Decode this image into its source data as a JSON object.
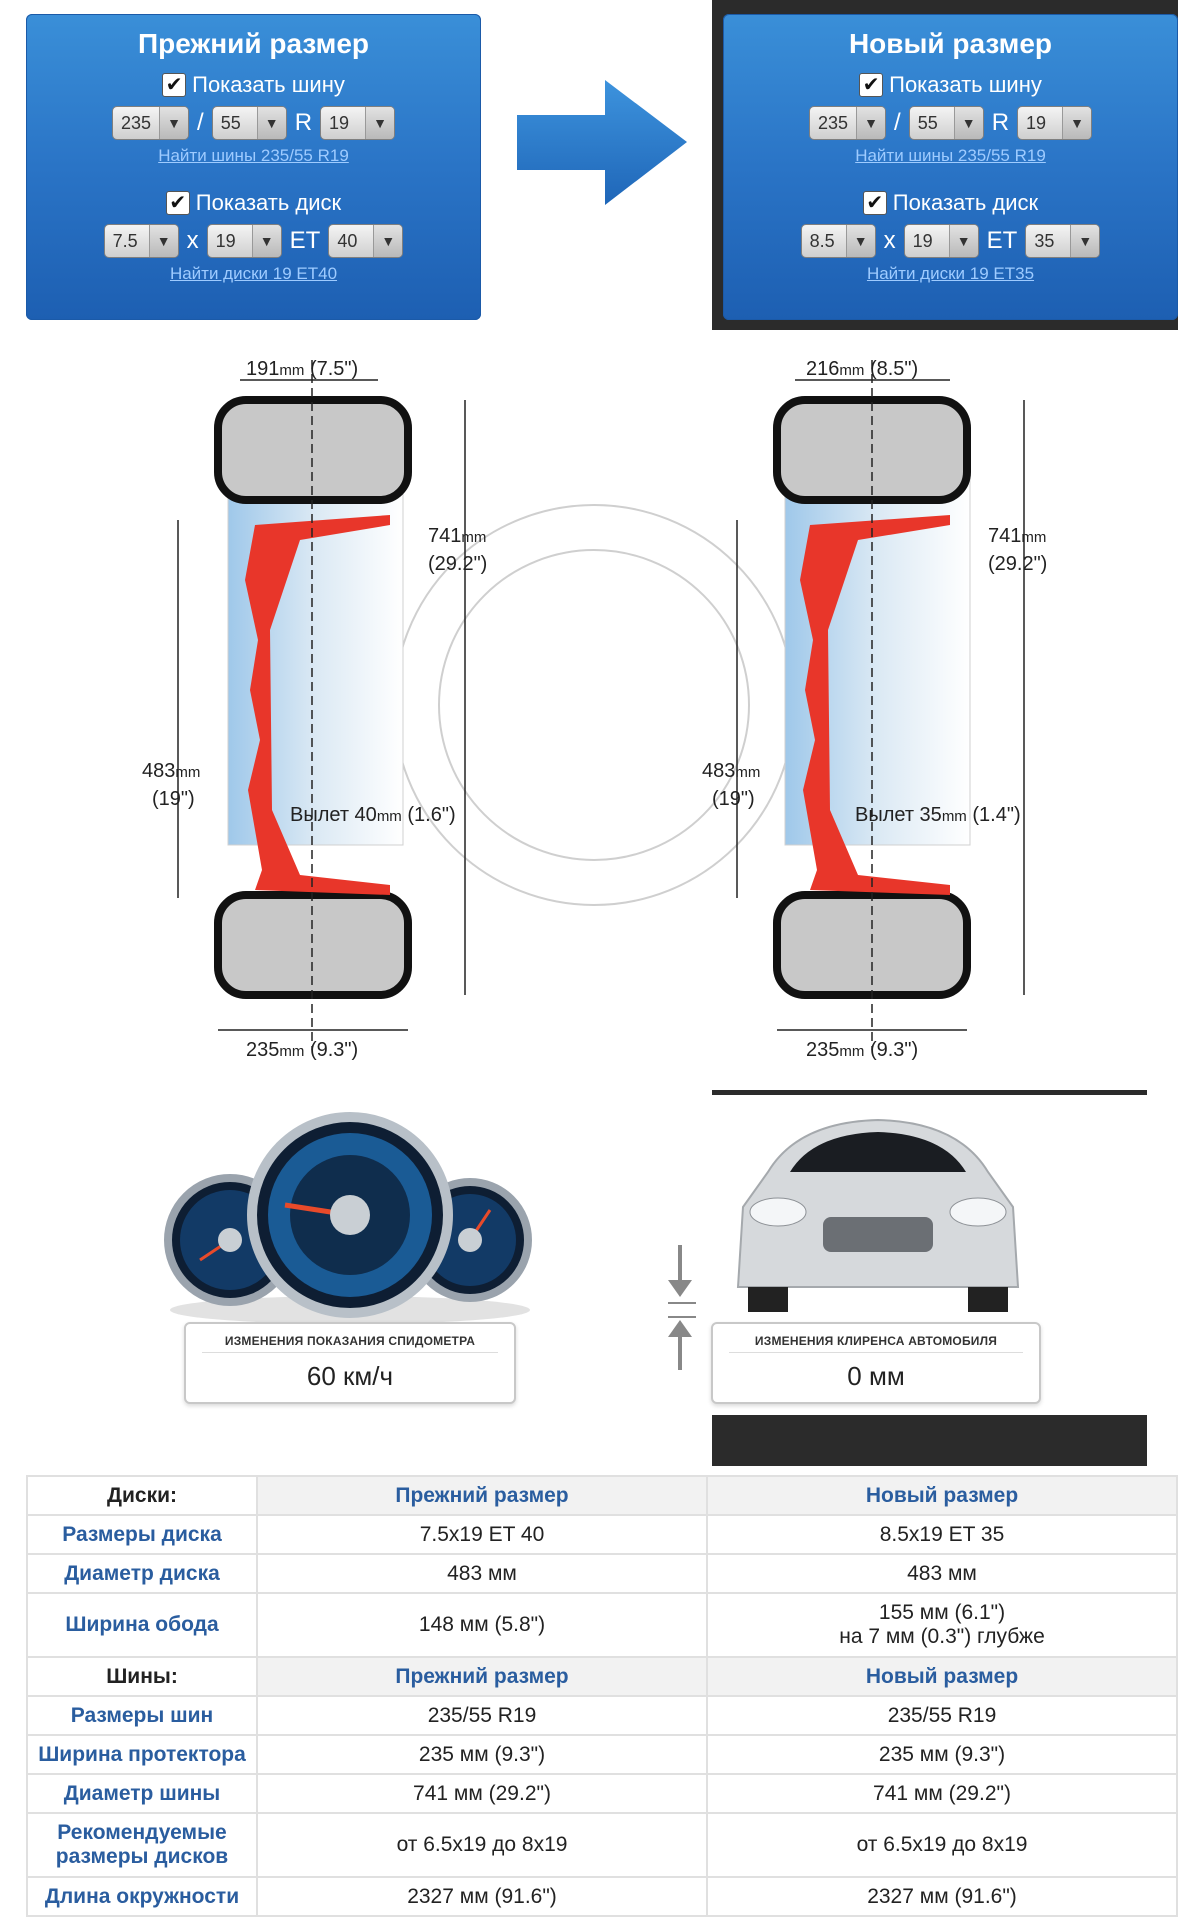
{
  "old_panel": {
    "title": "Прежний размер",
    "show_tire_label": "Показать шину",
    "tire_width": "235",
    "slash": "/",
    "tire_profile": "55",
    "r_label": "R",
    "tire_rim": "19",
    "find_tires_link": "Найти шины 235/55 R19",
    "show_disk_label": "Показать диск",
    "disk_width": "7.5",
    "x_label": "x",
    "disk_diam": "19",
    "et_label": "ET",
    "disk_et": "40",
    "find_disks_link": "Найти диски 19 ET40"
  },
  "new_panel": {
    "title": "Новый размер",
    "show_tire_label": "Показать шину",
    "tire_width": "235",
    "slash": "/",
    "tire_profile": "55",
    "r_label": "R",
    "tire_rim": "19",
    "find_tires_link": "Найти шины 235/55 R19",
    "show_disk_label": "Показать диск",
    "disk_width": "8.5",
    "x_label": "x",
    "disk_diam": "19",
    "et_label": "ET",
    "disk_et": "35",
    "find_disks_link": "Найти диски 19 ET35"
  },
  "diagram": {
    "old": {
      "rim_width": "191",
      "rim_width_in": "(7.5\")",
      "height": "741",
      "height_in": "(29.2\")",
      "rim_diam": "483",
      "rim_diam_in": "(19\")",
      "offset": "Вылет 40",
      "offset_in": "(1.6\")",
      "tread": "235",
      "tread_in": "(9.3\")"
    },
    "new": {
      "rim_width": "216",
      "rim_width_in": "(8.5\")",
      "height": "741",
      "height_in": "(29.2\")",
      "rim_diam": "483",
      "rim_diam_in": "(19\")",
      "offset": "Вылет 35",
      "offset_in": "(1.4\")",
      "tread": "235",
      "tread_in": "(9.3\")"
    },
    "unit": "mm"
  },
  "speedo": {
    "caption": "ИЗМЕНЕНИЯ ПОКАЗАНИЯ СПИДОМЕТРА",
    "value": "60 км/ч"
  },
  "clearance": {
    "caption": "ИЗМЕНЕНИЯ КЛИРЕНСА АВТОМОБИЛЯ",
    "value": "0 мм"
  },
  "table": {
    "disks_head": [
      "Диски:",
      "Прежний размер",
      "Новый размер"
    ],
    "disk_rows": [
      [
        "Размеры диска",
        "7.5x19 ET 40",
        "8.5x19 ET 35"
      ],
      [
        "Диаметр диска",
        "483 мм",
        "483 мм"
      ]
    ],
    "rim_width_row": {
      "label": "Ширина обода",
      "old": "148 мм (5.8\")",
      "new_1": "155 мм (6.1\")",
      "new_2": "на 7 мм (0.3\") глубже"
    },
    "tires_head": [
      "Шины:",
      "Прежний размер",
      "Новый размер"
    ],
    "tire_rows": [
      [
        "Размеры шин",
        "235/55 R19",
        "235/55 R19"
      ],
      [
        "Ширина протектора",
        "235 мм (9.3\")",
        "235 мм (9.3\")"
      ],
      [
        "Диаметр шины",
        "741 мм (29.2\")",
        "741 мм (29.2\")"
      ]
    ],
    "recommended_row": {
      "label_1": "Рекомендуемые",
      "label_2": "размеры дисков",
      "old": "от 6.5x19 до 8x19",
      "new": "от 6.5x19 до 8x19"
    },
    "circ_row": [
      "Длина окружности",
      "2327 мм (91.6\")",
      "2327 мм (91.6\")"
    ]
  }
}
